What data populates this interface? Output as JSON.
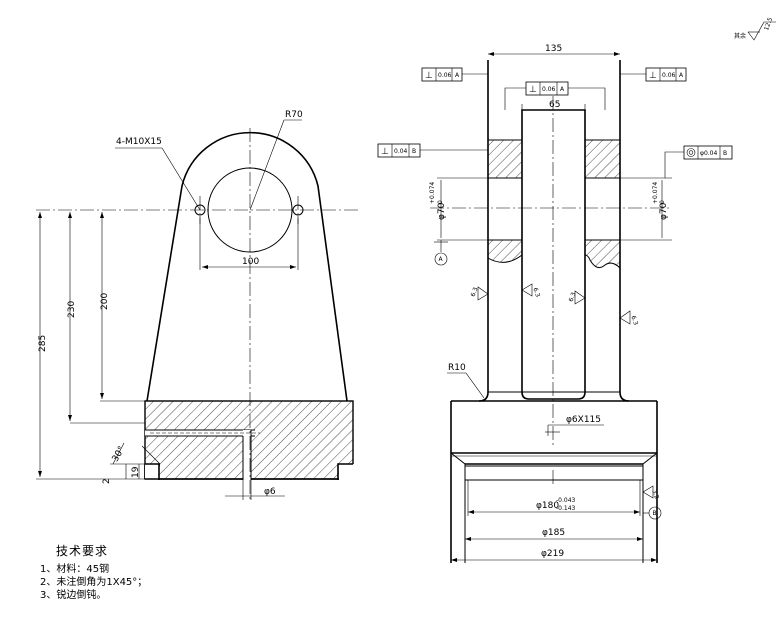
{
  "roughness": {
    "value": "12.5",
    "label": "其余"
  },
  "left_view": {
    "hole_label": "4-M10X15",
    "radius_label": "R70",
    "dim_100": "100",
    "dim_285": "285",
    "dim_230": "230",
    "dim_200": "200",
    "dim_2": "2",
    "dim_19": "19",
    "dim_30": "30°",
    "dim_phi6": "φ6"
  },
  "right_view": {
    "dim_135": "135",
    "dim_65": "65",
    "tol_perp_left": {
      "symbol": "⊥",
      "value": "0.06",
      "datum": "A"
    },
    "tol_perp_center": {
      "symbol": "⊥",
      "value": "0.06",
      "datum": "A"
    },
    "tol_perp_right": {
      "symbol": "⊥",
      "value": "0.06",
      "datum": "A"
    },
    "tol_perp_b": {
      "symbol": "⊥",
      "value": "0.04",
      "datum": "B"
    },
    "tol_conc_b": {
      "symbol": "◎",
      "value": "φ0.04",
      "datum": "B"
    },
    "bore_left": {
      "nominal": "φ70",
      "upper": "+0.074",
      "lower": "0"
    },
    "bore_right": {
      "nominal": "φ70",
      "upper": "+0.074",
      "lower": "0"
    },
    "datum_a": "A",
    "datum_b": "B",
    "rough_63_a": "6.3",
    "rough_63_b": "6.3",
    "rough_63_c": "6.3",
    "rough_63_d": "6.3",
    "rough_32": "3.2",
    "radius_r10": "R10",
    "hole_phi6": "φ6X115",
    "bore_180": {
      "nominal": "φ180",
      "upper": "-0.043",
      "lower": "-0.143"
    },
    "dim_185": "φ185",
    "dim_219": "φ219"
  },
  "notes": {
    "title": "技术要求",
    "items": [
      "1、材料：45钢",
      "2、未注倒角为1X45°；",
      "3、锐边倒钝。"
    ]
  }
}
